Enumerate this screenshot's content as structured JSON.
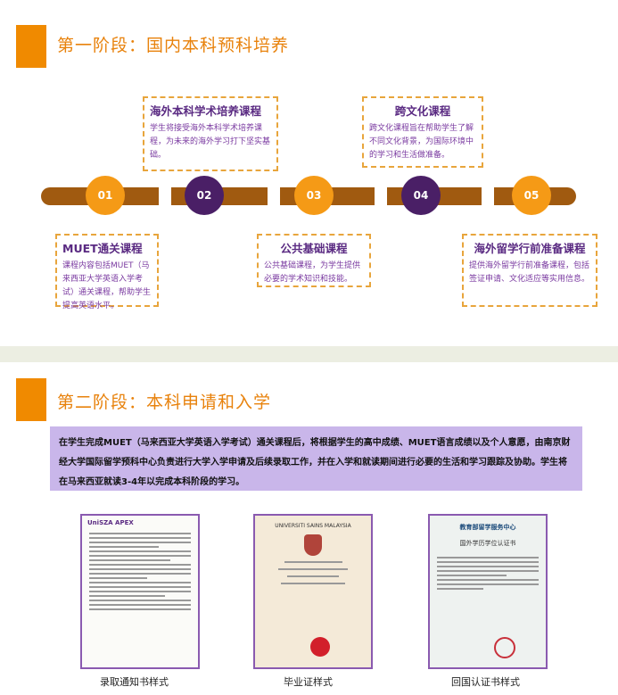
{
  "stage1": {
    "title": "第一阶段：国内本科预科培养",
    "nodes": [
      "01",
      "02",
      "03",
      "04",
      "05"
    ],
    "cards": [
      {
        "title": "海外本科学术培养课程",
        "body": "学生将接受海外本科学术培养课程，为未来的海外学习打下坚实基础。"
      },
      {
        "title": "跨文化课程",
        "body": "跨文化课程旨在帮助学生了解不同文化背景，为国际环境中的学习和生活做准备。"
      },
      {
        "title": "MUET通关课程",
        "body": "课程内容包括MUET（马来西亚大学英语入学考试）通关课程，帮助学生提高英语水平。"
      },
      {
        "title": "公共基础课程",
        "body": "公共基础课程，为学生提供必要的学术知识和技能。"
      },
      {
        "title": "海外留学行前准备课程",
        "body": "提供海外留学行前准备课程，包括签证申请、文化适应等实用信息。"
      }
    ]
  },
  "stage2": {
    "title": "第二阶段：本科申请和入学",
    "paragraph": "在学生完成MUET（马来西亚大学英语入学考试）通关课程后，将根据学生的高中成绩、MUET语言成绩以及个人意愿，由南京财经大学国际留学预科中心负责进行大学入学申请及后续录取工作，并在入学和就读期间进行必要的生活和学习跟踪及协助。学生将在马来西亚就读3-4年以完成本科阶段的学习。",
    "documents": [
      {
        "caption": "录取通知书样式",
        "header": "UniSZA APEX"
      },
      {
        "caption": "毕业证样式",
        "header": "UNIVERSITI SAINS MALAYSIA"
      },
      {
        "caption": "回国认证书样式",
        "header": "教育部留学服务中心",
        "subheader": "国外学历学位认证书"
      }
    ]
  },
  "colors": {
    "accent": "#f08a00",
    "purple": "#4a1f66",
    "bar": "#a05a10",
    "box": "#c9b6ea"
  }
}
